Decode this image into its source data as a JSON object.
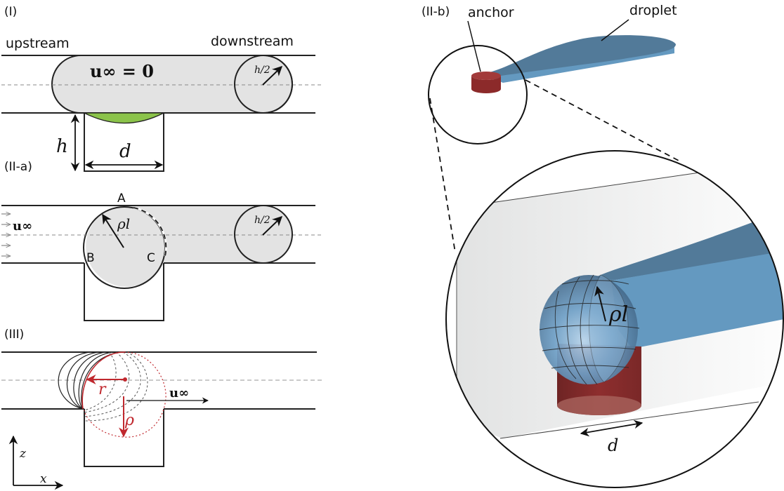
{
  "figure": {
    "panels": {
      "I": {
        "label": "(I)",
        "upstream": "upstream",
        "downstream": "downstream",
        "velocity": "u∞ = 0",
        "radius_label": "h/2",
        "height_label": "h",
        "width_label": "d"
      },
      "IIa": {
        "label": "(II-a)",
        "velocity": "u∞",
        "radius_label": "ρl",
        "point_A": "A",
        "point_B": "B",
        "point_C": "C",
        "right_radius_label": "h/2"
      },
      "III": {
        "label": "(III)",
        "r_label": "r",
        "rho_label": "ρ",
        "velocity": "u∞",
        "axis_z": "z",
        "axis_x": "x"
      },
      "IIb": {
        "label": "(II-b)",
        "anchor": "anchor",
        "droplet": "droplet",
        "radius_label": "ρl",
        "width_label": "d"
      }
    },
    "colors": {
      "droplet_fill": "#e3e3e3",
      "green_meniscus": "#8bc34a",
      "red_accent": "#c0282e",
      "droplet_top_blue": "#527a99",
      "droplet_side_blue": "#6499c0",
      "anchor_red": "#8c2a2a"
    }
  }
}
